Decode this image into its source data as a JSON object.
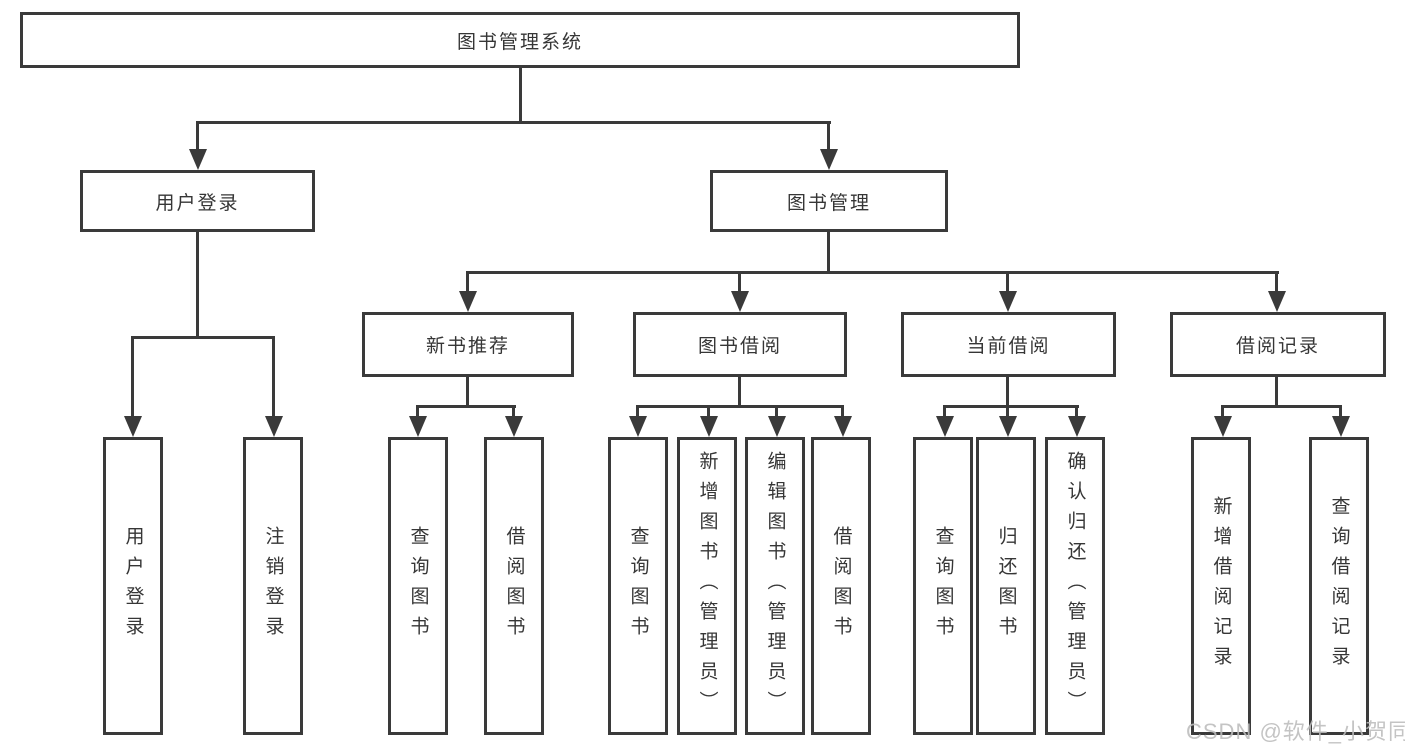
{
  "diagram": {
    "root": {
      "label": "图书管理系统"
    },
    "level2": [
      {
        "id": "user-login",
        "label": "用户登录"
      },
      {
        "id": "book-management",
        "label": "图书管理"
      }
    ],
    "level3": [
      {
        "id": "new-book-recommend",
        "parent": "book-management",
        "label": "新书推荐"
      },
      {
        "id": "book-borrow",
        "parent": "book-management",
        "label": "图书借阅"
      },
      {
        "id": "current-borrow",
        "parent": "book-management",
        "label": "当前借阅"
      },
      {
        "id": "borrow-records",
        "parent": "book-management",
        "label": "借阅记录"
      }
    ],
    "leaves": [
      {
        "parent": "user-login",
        "label": "用户登录"
      },
      {
        "parent": "user-login",
        "label": "注销登录"
      },
      {
        "parent": "new-book-recommend",
        "label": "查询图书"
      },
      {
        "parent": "new-book-recommend",
        "label": "借阅图书"
      },
      {
        "parent": "book-borrow",
        "label": "查询图书"
      },
      {
        "parent": "book-borrow",
        "label": "新增图书（管理员）"
      },
      {
        "parent": "book-borrow",
        "label": "编辑图书（管理员）"
      },
      {
        "parent": "book-borrow",
        "label": "借阅图书"
      },
      {
        "parent": "current-borrow",
        "label": "查询图书"
      },
      {
        "parent": "current-borrow",
        "label": "归还图书"
      },
      {
        "parent": "current-borrow",
        "label": "确认归还（管理员）"
      },
      {
        "parent": "borrow-records",
        "label": "新增借阅记录"
      },
      {
        "parent": "borrow-records",
        "label": "查询借阅记录"
      }
    ]
  },
  "watermark": {
    "text": "CSDN @软件_小贺同学"
  },
  "colors": {
    "line": "#3a3a3a",
    "box_background": "#ffffff",
    "text": "#363636",
    "watermark": "#bdbdbd"
  }
}
